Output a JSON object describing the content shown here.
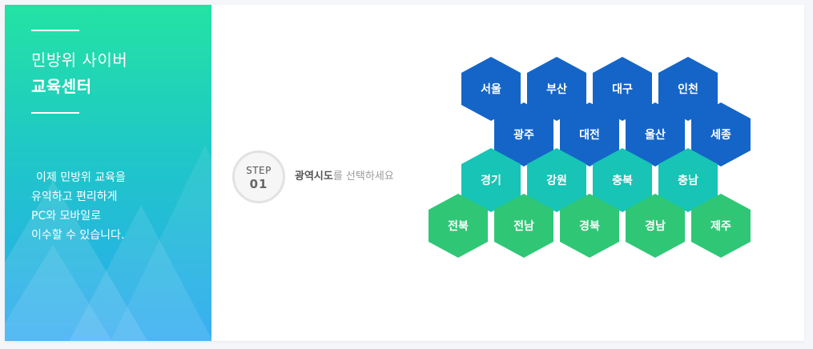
{
  "sidebar": {
    "title_line1": "민방위 사이버",
    "title_line2": "교육센터",
    "description": [
      " 이제 민방위 교육을",
      "유익하고 편리하게",
      "PC와 모바일로",
      "이수할 수 있습니다."
    ]
  },
  "step": {
    "label": "STEP",
    "number": "01",
    "instruction_bold": "광역시도",
    "instruction_rest": "를 선택하세요"
  },
  "colors": {
    "blue": "#1565c8",
    "teal": "#17c4b5",
    "green": "#2fc776"
  },
  "regions": [
    {
      "name": "서울",
      "color": "blue"
    },
    {
      "name": "부산",
      "color": "blue"
    },
    {
      "name": "대구",
      "color": "blue"
    },
    {
      "name": "인천",
      "color": "blue"
    },
    {
      "name": "광주",
      "color": "blue"
    },
    {
      "name": "대전",
      "color": "blue"
    },
    {
      "name": "울산",
      "color": "blue"
    },
    {
      "name": "세종",
      "color": "blue"
    },
    {
      "name": "경기",
      "color": "teal"
    },
    {
      "name": "강원",
      "color": "teal"
    },
    {
      "name": "충북",
      "color": "teal"
    },
    {
      "name": "충남",
      "color": "teal"
    },
    {
      "name": "전북",
      "color": "green"
    },
    {
      "name": "전남",
      "color": "green"
    },
    {
      "name": "경북",
      "color": "green"
    },
    {
      "name": "경남",
      "color": "green"
    },
    {
      "name": "제주",
      "color": "green"
    }
  ]
}
